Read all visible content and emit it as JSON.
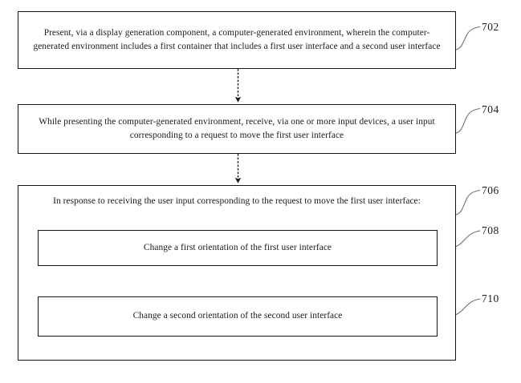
{
  "figure": {
    "type": "patent-flowchart",
    "background_color": "#ffffff",
    "line_color": "#131313",
    "text_color": "#1b1b1b"
  },
  "steps": [
    {
      "ref": "702",
      "text": "Present, via a display generation component, a computer-generated environment, wherein the computer-generated environment includes a first container that includes a first user interface and a second user interface"
    },
    {
      "ref": "704",
      "text": "While presenting the computer-generated environment, receive, via one or more input devices, a user input corresponding to a request to move the first user interface"
    },
    {
      "ref": "706",
      "text": "In response to receiving the user input corresponding to the request to move the first user interface:"
    },
    {
      "ref": "708",
      "text": "Change a first orientation of the first user interface"
    },
    {
      "ref": "710",
      "text": "Change a second orientation of the second user interface"
    }
  ],
  "ref_labels": {
    "r702": "702",
    "r704": "704",
    "r706": "706",
    "r708": "708",
    "r710": "710"
  },
  "connectors": [
    {
      "name": "arrow-702-to-704",
      "from_ref": "702",
      "to_ref": "704"
    },
    {
      "name": "arrow-704-to-706",
      "from_ref": "704",
      "to_ref": "706"
    },
    {
      "name": "arrow-708-to-710",
      "from_ref": "708",
      "to_ref": "710"
    }
  ]
}
